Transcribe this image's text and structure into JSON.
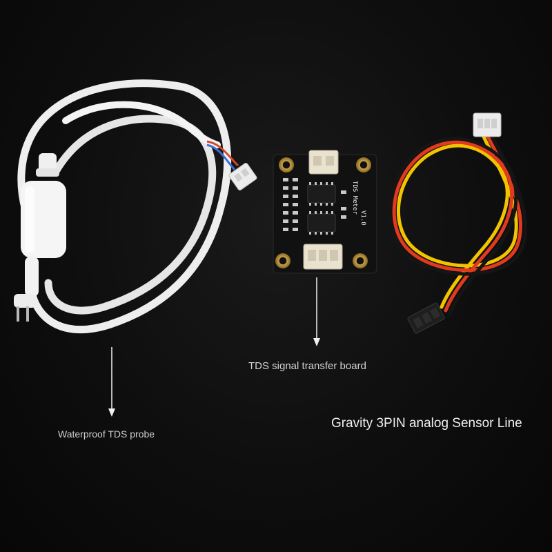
{
  "captions": {
    "probe": "Waterproof TDS probe",
    "board": "TDS signal transfer board",
    "sensor_line": "Gravity 3PIN analog Sensor Line"
  },
  "board_silkscreen": {
    "title": "TDS Meter",
    "version": "V1.0"
  },
  "colors": {
    "background": "#0b0b0c",
    "pcb": "#111111",
    "cable_white": "#f2f2f2",
    "wire_yellow": "#f2c400",
    "wire_red": "#e23a1e",
    "wire_black": "#151515",
    "connector_cream": "#e9e2cf"
  }
}
